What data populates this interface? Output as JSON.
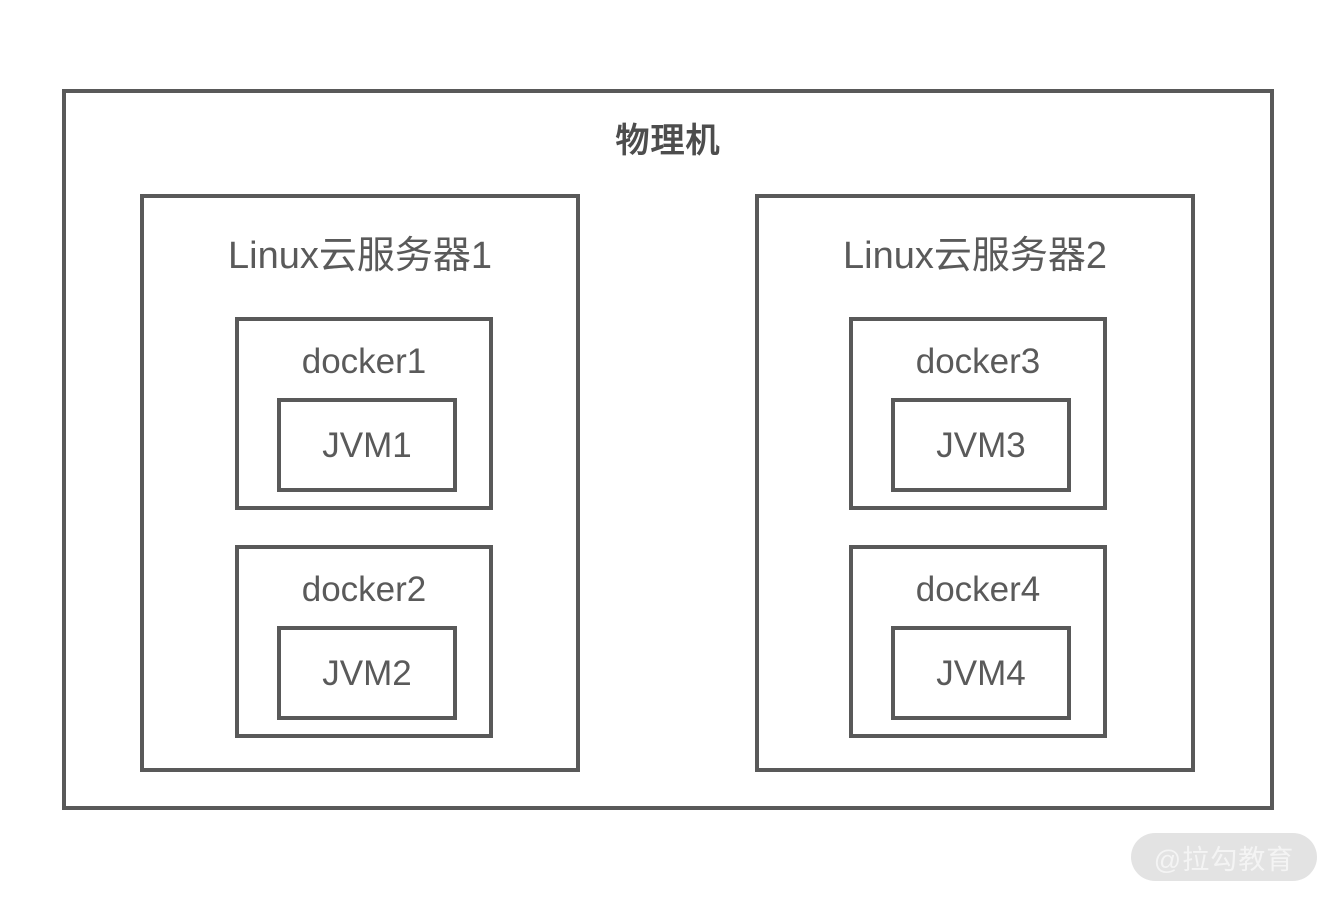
{
  "diagram": {
    "title": "物理机",
    "watermark": "@拉勾教育",
    "colors": {
      "border": "#595959",
      "text": "#5a5a5a",
      "title_text": "#4d4d4d",
      "background": "#ffffff",
      "watermark_pill": "#e3e3e3",
      "watermark_text": "#f4f4f4"
    },
    "servers": [
      {
        "label": "Linux云服务器1",
        "dockers": [
          {
            "label": "docker1",
            "jvm": "JVM1"
          },
          {
            "label": "docker2",
            "jvm": "JVM2"
          }
        ]
      },
      {
        "label": "Linux云服务器2",
        "dockers": [
          {
            "label": "docker3",
            "jvm": "JVM3"
          },
          {
            "label": "docker4",
            "jvm": "JVM4"
          }
        ]
      }
    ]
  }
}
